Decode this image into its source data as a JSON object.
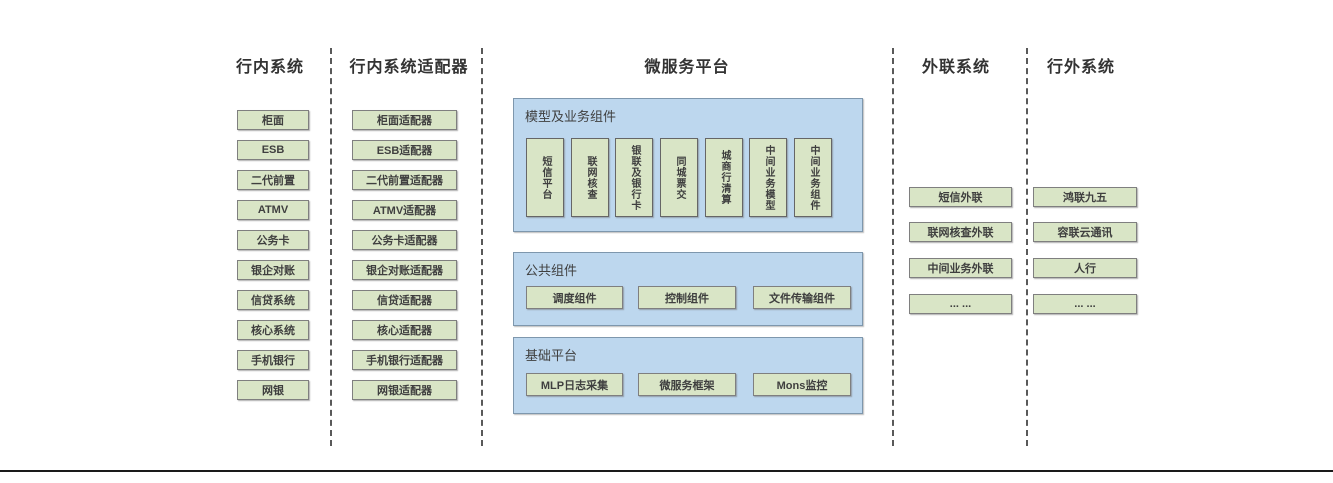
{
  "headers": {
    "internal": "行内系统",
    "adapters": "行内系统适配器",
    "platform": "微服务平台",
    "external": "外联系统",
    "outside": "行外系统"
  },
  "internal": {
    "items": [
      "柜面",
      "ESB",
      "二代前置",
      "ATMV",
      "公务卡",
      "银企对账",
      "信贷系统",
      "核心系统",
      "手机银行",
      "网银"
    ]
  },
  "adapters": {
    "items": [
      "柜面适配器",
      "ESB适配器",
      "二代前置适配器",
      "ATMV适配器",
      "公务卡适配器",
      "银企对账适配器",
      "信贷适配器",
      "核心适配器",
      "手机银行适配器",
      "网银适配器"
    ]
  },
  "platform": {
    "groups": [
      {
        "label": "模型及业务组件",
        "items": [
          "短信平台",
          "联网核查",
          "银联及银行卡",
          "同城票交",
          "城商行清算",
          "中间业务模型",
          "中间业务组件"
        ]
      },
      {
        "label": "公共组件",
        "items": [
          "调度组件",
          "控制组件",
          "文件传输组件"
        ]
      },
      {
        "label": "基础平台",
        "items": [
          "MLP日志采集",
          "微服务框架",
          "Mons监控"
        ]
      }
    ]
  },
  "external": {
    "items": [
      "短信外联",
      "联网核查外联",
      "中间业务外联",
      "... ..."
    ]
  },
  "outside": {
    "items": [
      "鸿联九五",
      "容联云通讯",
      "人行",
      "... ..."
    ]
  },
  "colors": {
    "box_green": "#d9e5c6",
    "box_green_border": "#7f7f7f",
    "panel_blue": "#bdd7ee",
    "panel_blue_border": "#7e97ad",
    "separator": "#595959",
    "text": "#3f3f3f"
  }
}
